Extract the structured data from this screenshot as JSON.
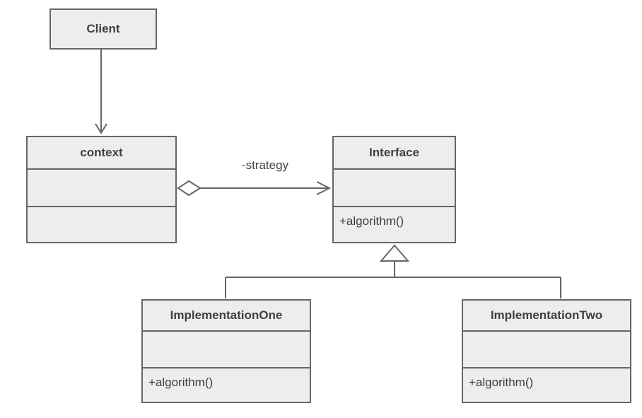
{
  "diagram": {
    "kind": "uml-class-diagram",
    "pattern": "Strategy"
  },
  "colors": {
    "box_fill": "#ededed",
    "box_border": "#666666",
    "connector": "#666666",
    "title_text": "#404040",
    "body_text": "#3d3d3d",
    "background": "#ffffff"
  },
  "classes": [
    {
      "name": "Client",
      "attributes": "",
      "methods": ""
    },
    {
      "name": "context",
      "attributes": "",
      "methods": ""
    },
    {
      "name": "Interface",
      "attributes": "",
      "methods": "+algorithm()"
    },
    {
      "name": "ImplementationOne",
      "attributes": "",
      "methods": "+algorithm()"
    },
    {
      "name": "ImplementationTwo",
      "attributes": "",
      "methods": "+algorithm()"
    }
  ],
  "edges": {
    "client_to_context": {
      "type": "directed-association",
      "from": "Client",
      "to": "context",
      "label": ""
    },
    "context_to_interface": {
      "type": "aggregation",
      "from": "context",
      "to": "Interface",
      "label": "-strategy"
    },
    "generalization_one": {
      "type": "generalization",
      "from": "ImplementationOne",
      "to": "Interface"
    },
    "generalization_two": {
      "type": "generalization",
      "from": "ImplementationTwo",
      "to": "Interface"
    }
  }
}
